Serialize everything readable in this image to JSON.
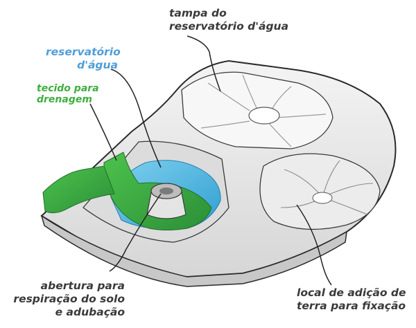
{
  "labels": {
    "tampa": {
      "lines": [
        "tampa do",
        "reservatório d'água"
      ]
    },
    "reservatorio": {
      "lines": [
        "reservatório",
        "d'água"
      ]
    },
    "tecido": {
      "lines": [
        "tecido para",
        "drenagem"
      ]
    },
    "abertura": {
      "lines": [
        "abertura para",
        "respiração do solo",
        "e adubação"
      ]
    },
    "local": {
      "lines": [
        "local de adição de",
        "terra para fixação"
      ]
    }
  },
  "colors": {
    "dark_text": "#3a3a3a",
    "water_blue": "#4f9ed8",
    "fabric_green": "#3fae3f",
    "outline": "#2a2a2a"
  }
}
